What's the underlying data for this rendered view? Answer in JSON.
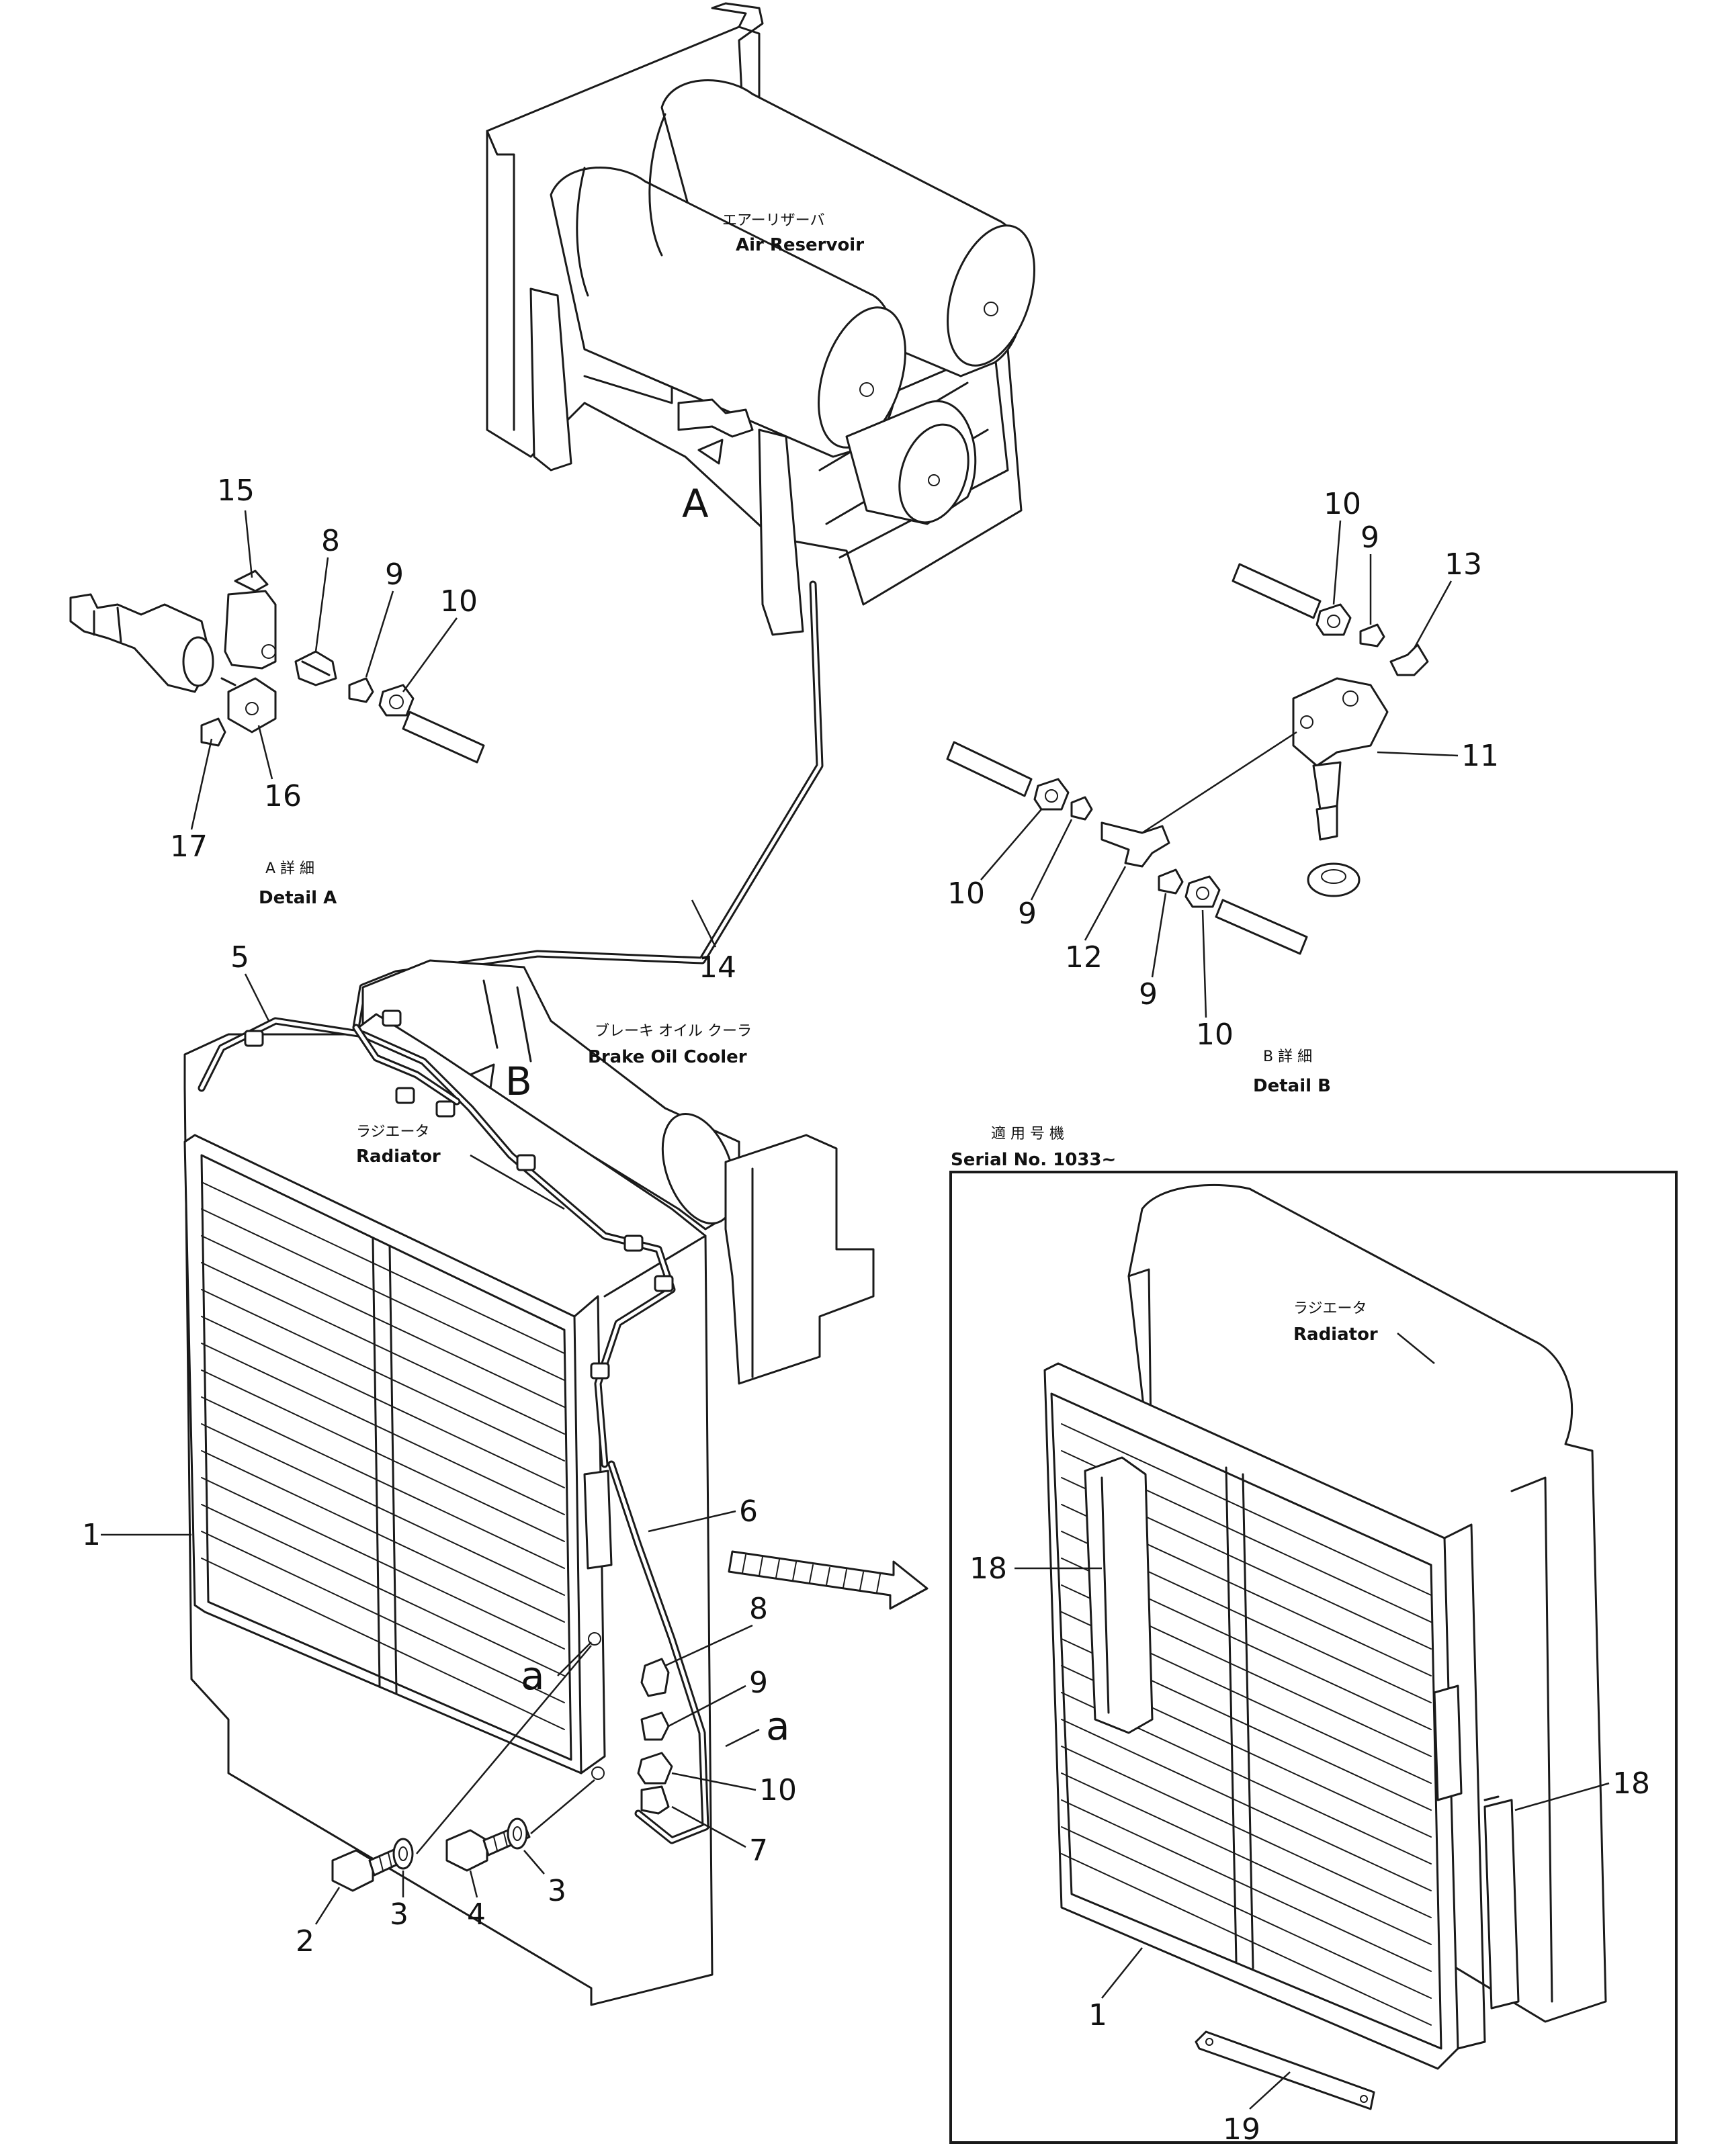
{
  "labels": {
    "air_reservoir_jp": "エアーリザーバ",
    "air_reservoir_en": "Air Reservoir",
    "brake_oil_cooler_jp": "ブレーキ オイル クーラ",
    "brake_oil_cooler_en": "Brake Oil Cooler",
    "radiator_jp": "ラジエータ",
    "radiator_en": "Radiator",
    "radiator2_jp": "ラジエータ",
    "radiator2_en": "Radiator",
    "detail_a_jp": "A 詳 細",
    "detail_a_en": "Detail  A",
    "detail_b_jp": "B 詳 細",
    "detail_b_en": "Detail  B",
    "serial_jp": "適 用 号 機",
    "serial_en": "Serial No. 1033~",
    "view_a": "A",
    "view_b": "B",
    "ref_a_left": "a",
    "ref_a_right": "a"
  },
  "callouts": {
    "c15": "15",
    "c8a": "8",
    "c9a": "9",
    "c10a": "10",
    "c16": "16",
    "c17": "17",
    "c10b1": "10",
    "c9b1": "9",
    "c13": "13",
    "c11": "11",
    "c10b2": "10",
    "c9b2": "9",
    "c12": "12",
    "c9b3": "9",
    "c10b3": "10",
    "c5": "5",
    "c14": "14",
    "c1": "1",
    "c6": "6",
    "c8": "8",
    "c9": "9",
    "c10": "10",
    "c7": "7",
    "c2": "2",
    "c3a": "3",
    "c4": "4",
    "c3b": "3",
    "c18a": "18",
    "c18b": "18",
    "c1b": "1",
    "c19": "19"
  }
}
